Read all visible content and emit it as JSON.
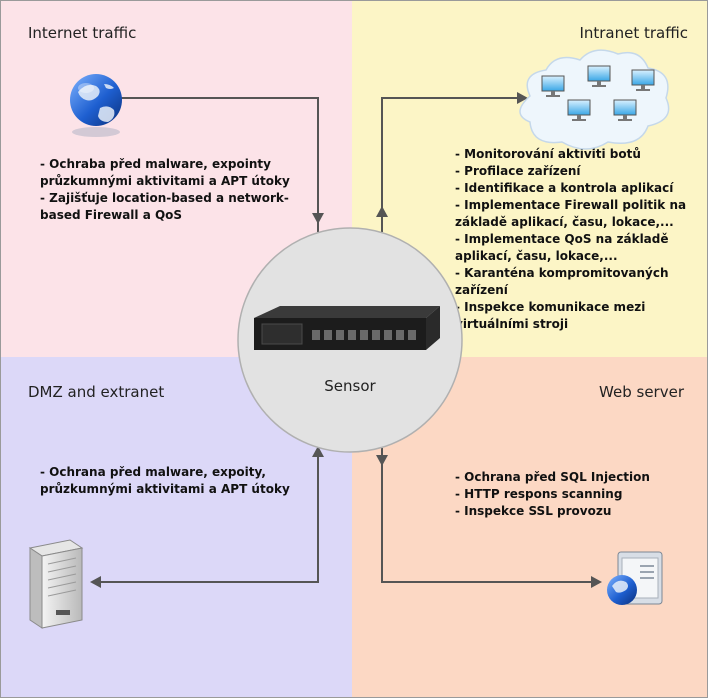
{
  "quadrants": {
    "internet": {
      "title": "Internet traffic",
      "items": [
        "- Ochraba před malware, expointy průzkumnými aktivitami a APT útoky",
        "- Zajišťuje location-based a network-based Firewall a QoS"
      ]
    },
    "intranet": {
      "title": "Intranet traffic",
      "items": [
        "- Monitorování aktiviti botů",
        "- Profilace zařízení",
        "- Identifikace a kontrola aplikací",
        "- Implementace Firewall politik na základě aplikací, času, lokace,...",
        "- Implementace QoS na základě aplikací, času, lokace,...",
        "- Karanténa kompromitovaných zařízení",
        "- Inspekce komunikace mezi virtuálními stroji"
      ]
    },
    "dmz": {
      "title": "DMZ and extranet",
      "items": [
        "- Ochrana před malware, expoity, průzkumnými aktivitami a APT útoky"
      ]
    },
    "web": {
      "title": "Web server",
      "items": [
        "- Ochrana před SQL Injection",
        "- HTTP respons scanning",
        "- Inspekce SSL provozu"
      ]
    }
  },
  "sensor": {
    "label": "Sensor"
  },
  "icons": {
    "internet": "globe-icon",
    "intranet": "network-cloud-icon",
    "dmz": "server-tower-icon",
    "web": "web-server-icon",
    "sensor": "sensor-appliance-icon"
  },
  "colors": {
    "internet_bg": "#fce3e8",
    "intranet_bg": "#fcf5c6",
    "dmz_bg": "#dcd8f8",
    "web_bg": "#fcd8c4",
    "connector": "#555555",
    "sensor_circle": "#e2e2e2"
  }
}
